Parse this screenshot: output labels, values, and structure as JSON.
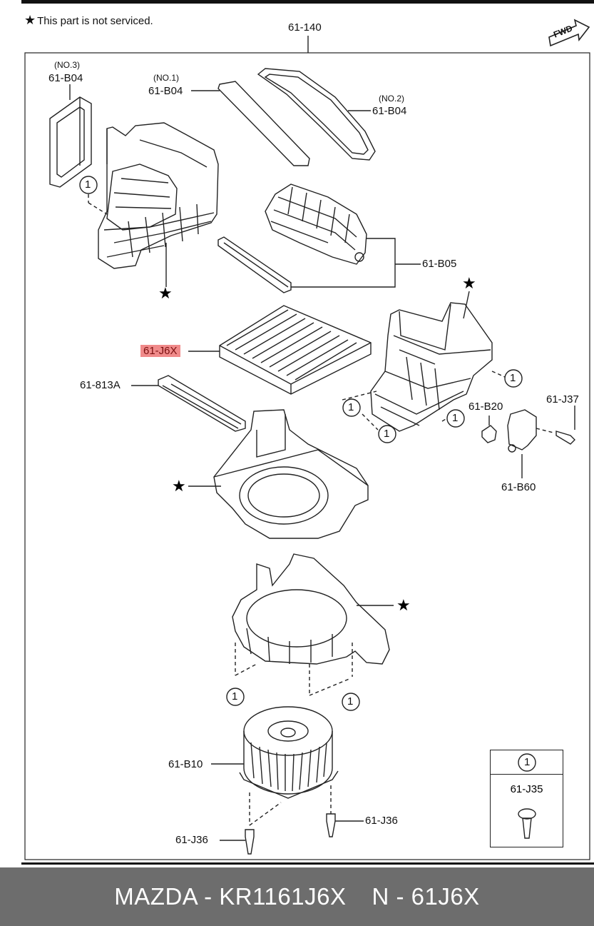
{
  "note": {
    "star": "★",
    "text": "This part is not serviced."
  },
  "fwd": "FWD",
  "assembly_label": "61-140",
  "labels": {
    "b04_no3_sub": "(NO.3)",
    "b04_no3": "61-B04",
    "b04_no1_sub": "(NO.1)",
    "b04_no1": "61-B04",
    "b04_no2_sub": "(NO.2)",
    "b04_no2": "61-B04",
    "b05": "61-B05",
    "j6x": "61-J6X",
    "a813": "61-813A",
    "b20": "61-B20",
    "j37": "61-J37",
    "b60": "61-B60",
    "b10": "61-B10",
    "j36_left": "61-J36",
    "j36_right": "61-J36"
  },
  "star_symbol": "★",
  "callout_symbol": "1",
  "legend": {
    "ref": "1",
    "label": "61-J35"
  },
  "footer": {
    "part": "MAZDA - KR1161J6X",
    "code": "N - 61J6X"
  },
  "colors": {
    "highlight": "#f08a8a",
    "footer_bg": "#6d6d6d"
  }
}
